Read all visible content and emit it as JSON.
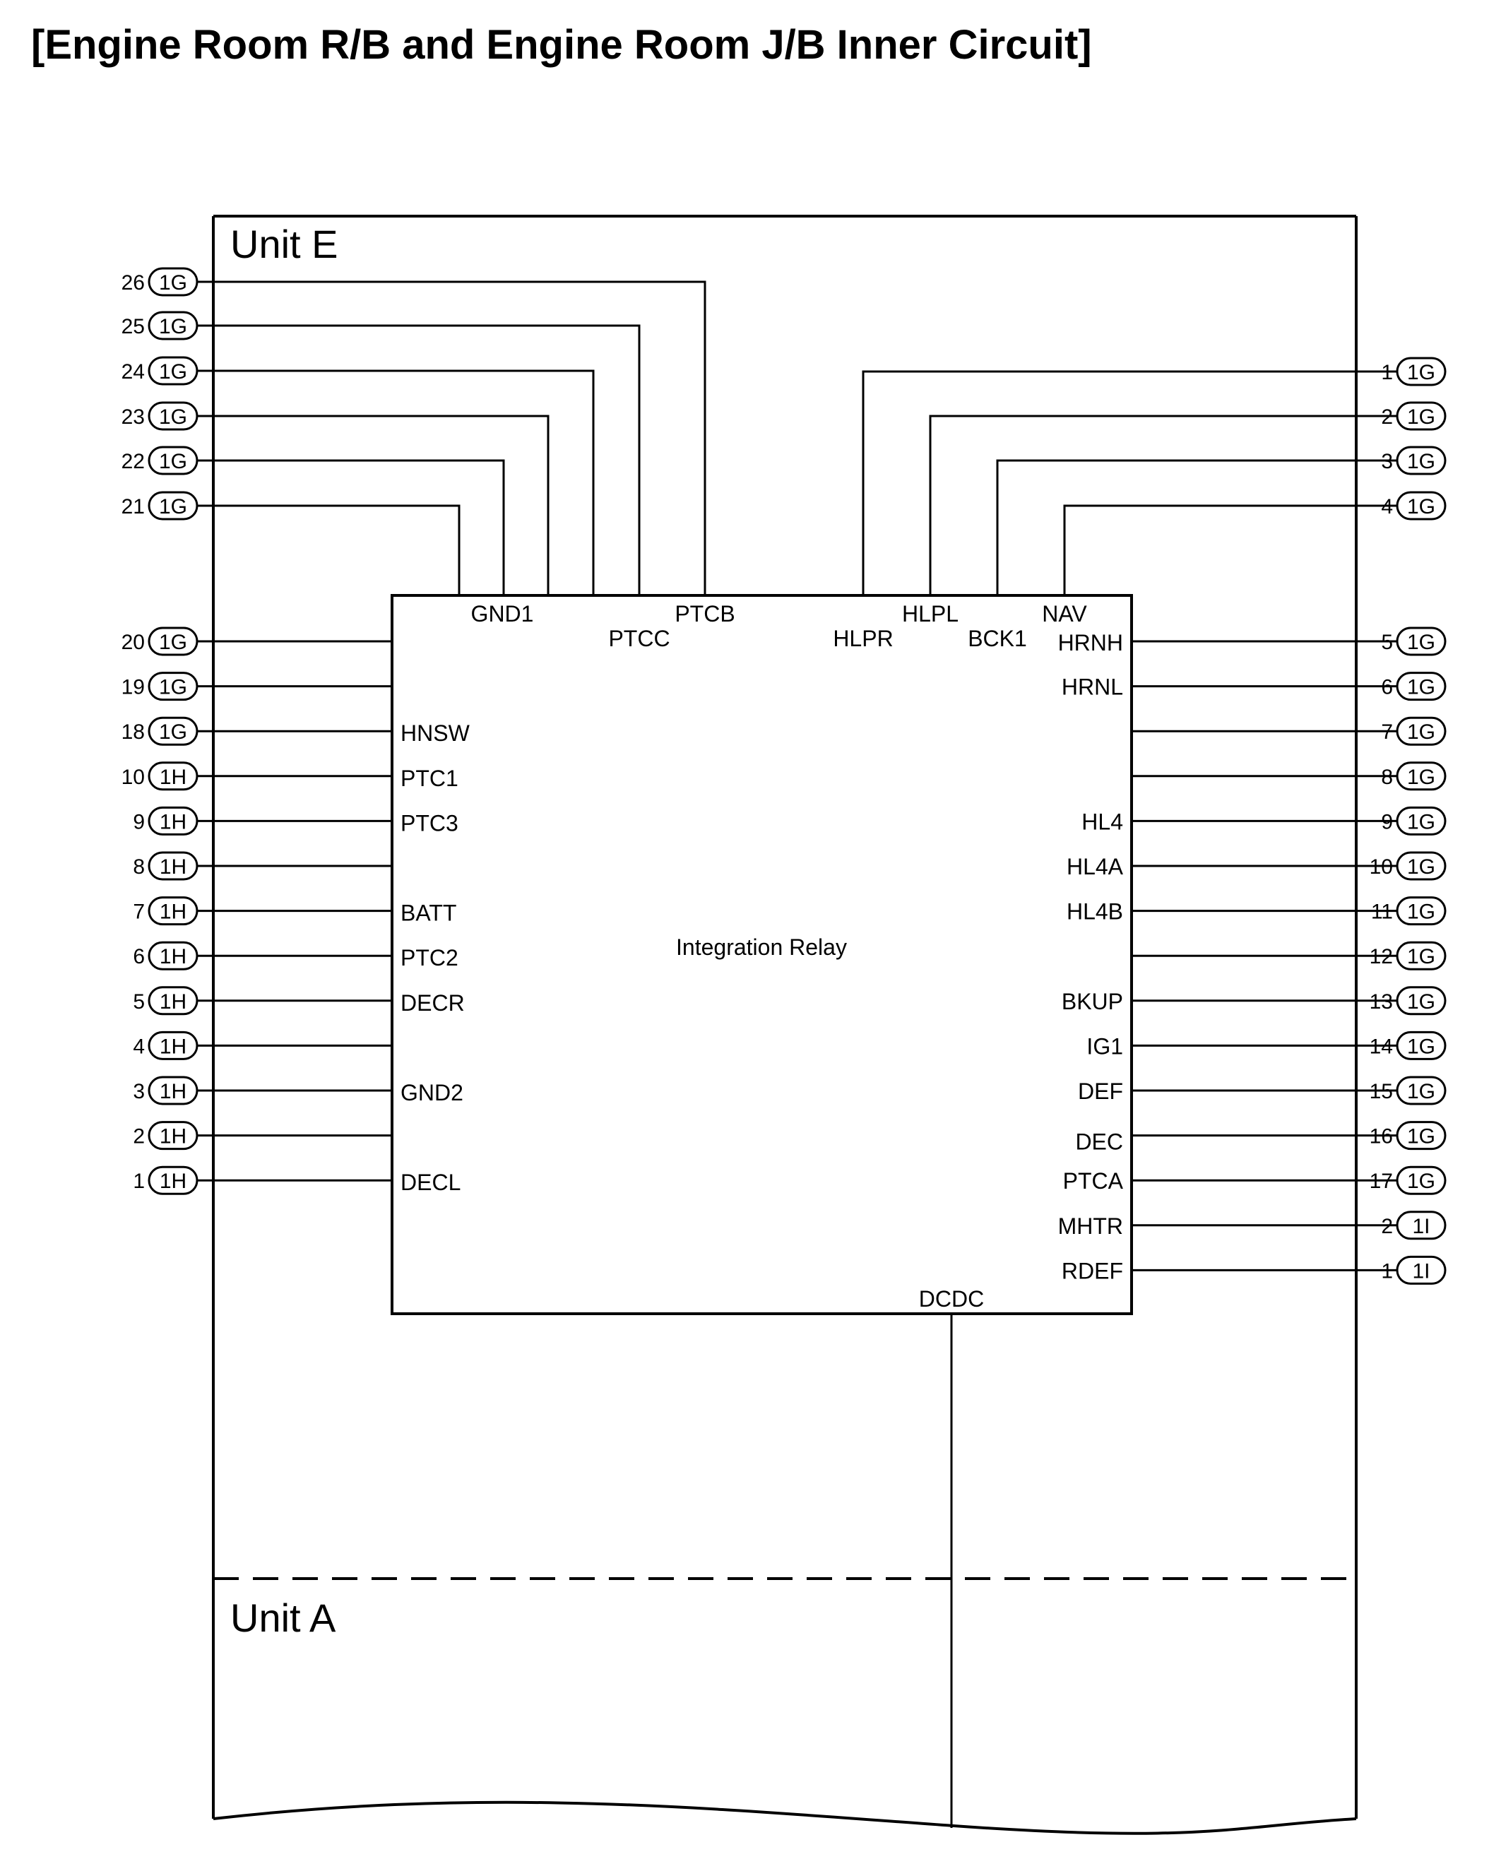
{
  "title": "[Engine Room R/B and Engine Room J/B Inner Circuit]",
  "units": {
    "e": "Unit E",
    "a": "Unit A"
  },
  "relay": {
    "name": "Integration Relay",
    "dcdc": "DCDC"
  },
  "top_left_pins": [
    {
      "label": "GND1",
      "num": "21",
      "conn": "1G"
    },
    {
      "label": "",
      "num": "22",
      "conn": "1G"
    },
    {
      "label": "",
      "num": "23",
      "conn": "1G"
    },
    {
      "label": "",
      "num": "24",
      "conn": "1G"
    },
    {
      "label": "PTCC",
      "num": "25",
      "conn": "1G"
    },
    {
      "label": "PTCB",
      "num": "26",
      "conn": "1G"
    }
  ],
  "top_right_pins": [
    {
      "label": "HLPR",
      "num": "1",
      "conn": "1G"
    },
    {
      "label": "HLPL",
      "num": "2",
      "conn": "1G"
    },
    {
      "label": "BCK1",
      "num": "3",
      "conn": "1G"
    },
    {
      "label": "NAV",
      "num": "4",
      "conn": "1G"
    }
  ],
  "left_pins": [
    {
      "num": "20",
      "conn": "1G",
      "label": ""
    },
    {
      "num": "19",
      "conn": "1G",
      "label": ""
    },
    {
      "num": "18",
      "conn": "1G",
      "label": "HNSW"
    },
    {
      "num": "10",
      "conn": "1H",
      "label": "PTC1"
    },
    {
      "num": "9",
      "conn": "1H",
      "label": "PTC3"
    },
    {
      "num": "8",
      "conn": "1H",
      "label": ""
    },
    {
      "num": "7",
      "conn": "1H",
      "label": "BATT"
    },
    {
      "num": "6",
      "conn": "1H",
      "label": "PTC2"
    },
    {
      "num": "5",
      "conn": "1H",
      "label": "DECR"
    },
    {
      "num": "4",
      "conn": "1H",
      "label": ""
    },
    {
      "num": "3",
      "conn": "1H",
      "label": "GND2"
    },
    {
      "num": "2",
      "conn": "1H",
      "label": ""
    },
    {
      "num": "1",
      "conn": "1H",
      "label": "DECL"
    }
  ],
  "right_pins": [
    {
      "num": "5",
      "conn": "1G",
      "label": "HRNH"
    },
    {
      "num": "6",
      "conn": "1G",
      "label": "HRNL"
    },
    {
      "num": "7",
      "conn": "1G",
      "label": ""
    },
    {
      "num": "8",
      "conn": "1G",
      "label": ""
    },
    {
      "num": "9",
      "conn": "1G",
      "label": "HL4"
    },
    {
      "num": "10",
      "conn": "1G",
      "label": "HL4A"
    },
    {
      "num": "11",
      "conn": "1G",
      "label": "HL4B"
    },
    {
      "num": "12",
      "conn": "1G",
      "label": ""
    },
    {
      "num": "13",
      "conn": "1G",
      "label": "BKUP"
    },
    {
      "num": "14",
      "conn": "1G",
      "label": "IG1"
    },
    {
      "num": "15",
      "conn": "1G",
      "label": "DEF"
    },
    {
      "num": "16",
      "conn": "1G",
      "label": "DEC"
    },
    {
      "num": "17",
      "conn": "1G",
      "label": "PTCA"
    },
    {
      "num": "2",
      "conn": "1I",
      "label": "MHTR"
    },
    {
      "num": "1",
      "conn": "1I",
      "label": "RDEF"
    }
  ]
}
